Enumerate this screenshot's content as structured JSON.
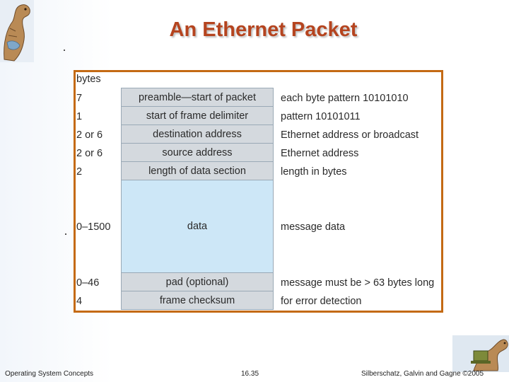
{
  "slide": {
    "title": "An Ethernet Packet",
    "footer_left": "Operating System Concepts",
    "footer_center": "16.35",
    "footer_right": "Silberschatz, Galvin and Gagne ©2005",
    "title_color": "#b5441f",
    "frame_color": "#c46a14",
    "top_logo_icon": "dinosaur-logo-icon",
    "bottom_logo_icon": "dinosaur-laptop-icon"
  },
  "packet": {
    "bytes_header": "bytes",
    "fields": [
      {
        "bytes": "7",
        "label": "preamble—start of packet",
        "description": "each byte pattern 10101010"
      },
      {
        "bytes": "1",
        "label": "start of frame delimiter",
        "description": "pattern 10101011"
      },
      {
        "bytes": "2 or 6",
        "label": "destination address",
        "description": "Ethernet address or broadcast"
      },
      {
        "bytes": "2 or 6",
        "label": "source address",
        "description": "Ethernet address"
      },
      {
        "bytes": "2",
        "label": "length of data section",
        "description": "length in bytes"
      },
      {
        "bytes": "0–1500",
        "label": "data",
        "description": "message data"
      },
      {
        "bytes": "0–46",
        "label": "pad (optional)",
        "description": "message must be > 63 bytes long"
      },
      {
        "bytes": "4",
        "label": "frame checksum",
        "description": "for error detection"
      }
    ],
    "cell_colors": {
      "header_field": "#d4d9de",
      "data_field": "#cde7f7"
    }
  }
}
